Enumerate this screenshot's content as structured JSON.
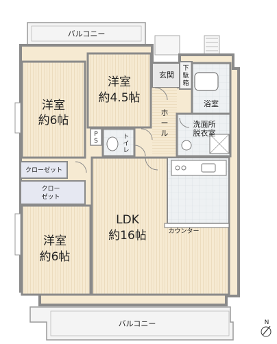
{
  "plan": {
    "rooms": {
      "balcony_top": "バルコニー",
      "western_room_45": {
        "name": "洋室",
        "size": "約4.5帖"
      },
      "western_room_6_top": {
        "name": "洋室",
        "size": "約6帖"
      },
      "western_room_6_bottom": {
        "name": "洋室",
        "size": "約6帖"
      },
      "entrance": "玄関",
      "shoe_storage": [
        "下",
        "駄",
        "箱"
      ],
      "bath": "浴室",
      "hall": [
        "ホ",
        "ー",
        "ル"
      ],
      "washroom": [
        "洗面所",
        "脱衣室"
      ],
      "toilet": [
        "ト",
        "イ",
        "レ"
      ],
      "ps": [
        "P",
        "S"
      ],
      "closet_1": "クローゼット",
      "closet_2": [
        "クロー",
        "ゼット"
      ],
      "ldk": {
        "name": "LDK",
        "size": "約16帖"
      },
      "counter": "カウンター",
      "balcony_bottom": "バルコニー"
    },
    "compass": "N",
    "colors": {
      "floor": "#f6ead2",
      "floor_stripe": "#ecdcbe",
      "wall": "#8a8a8a",
      "wet_floor": "#e9edf0",
      "balcony": "#f4f4f4",
      "closet": "#e6e8f2"
    }
  }
}
